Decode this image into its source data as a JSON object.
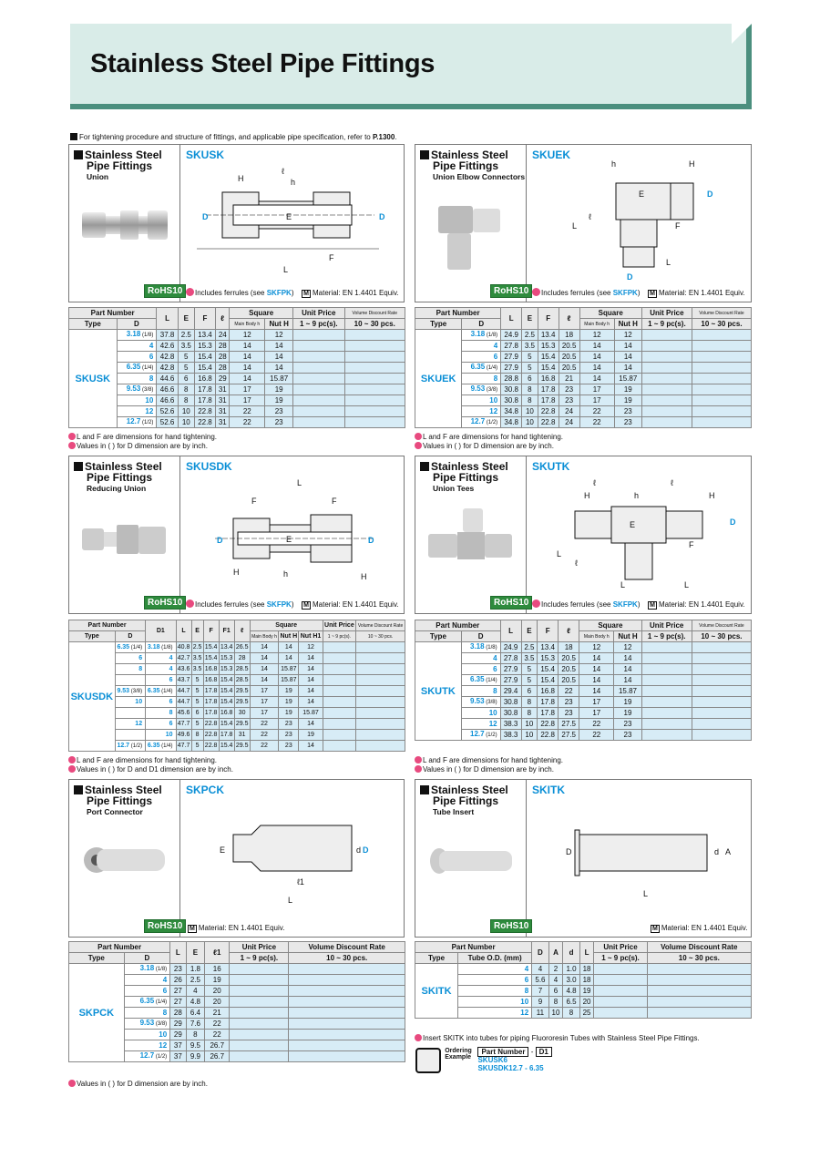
{
  "page_title": "Stainless Steel Pipe Fittings",
  "top_note": "For tightening procedure and structure of fittings, and applicable pipe specification, refer to ",
  "top_note_ref": "P.1300",
  "rohs": "RoHS10",
  "material": "Material: EN 1.4401 Equiv.",
  "ferrule_text": "Includes ferrules (see ",
  "panels": {
    "skusk": {
      "title1": "Stainless Steel",
      "title2": "Pipe Fittings",
      "sub": "Union",
      "code": "SKUSK",
      "ferrule": "SKFPK"
    },
    "skuek": {
      "title1": "Stainless Steel",
      "title2": "Pipe Fittings",
      "sub": "Union Elbow Connectors",
      "code": "SKUEK",
      "ferrule": "SKFPK"
    },
    "skusdk": {
      "title1": "Stainless Steel",
      "title2": "Pipe Fittings",
      "sub": "Reducing Union",
      "code": "SKUSDK",
      "ferrule": "SKFPK"
    },
    "skutk": {
      "title1": "Stainless Steel",
      "title2": "Pipe Fittings",
      "sub": "Union Tees",
      "code": "SKUTK",
      "ferrule": "SKFPK"
    },
    "skpck": {
      "title1": "Stainless Steel",
      "title2": "Pipe Fittings",
      "sub": "Port Connector",
      "code": "SKPCK"
    },
    "skitk": {
      "title1": "Stainless Steel",
      "title2": "Pipe Fittings",
      "sub": "Tube Insert",
      "code": "SKITK"
    }
  },
  "headers": {
    "part_number": "Part Number",
    "type": "Type",
    "D": "D",
    "D1": "D1",
    "L": "L",
    "E": "E",
    "F": "F",
    "F1": "F1",
    "l": "ℓ",
    "l1": "ℓ1",
    "square": "Square",
    "main_body_h": "Main Body h",
    "nut_h": "Nut H",
    "nut_h1": "Nut H1",
    "unit_price": "Unit Price",
    "vol_discount": "Volume Discount Rate",
    "qty1": "1 ~ 9 pc(s).",
    "qty2": "10 ~ 30 pcs.",
    "tube_od": "Tube O.D. (mm)",
    "A": "A",
    "d": "d"
  },
  "tables": {
    "skusk": {
      "type": "SKUSK",
      "rows": [
        [
          "3.18",
          "(1/8)",
          "37.8",
          "2.5",
          "13.4",
          "24",
          "12",
          "12"
        ],
        [
          "4",
          "",
          "42.6",
          "3.5",
          "15.3",
          "28",
          "14",
          "14"
        ],
        [
          "6",
          "",
          "42.8",
          "5",
          "15.4",
          "28",
          "14",
          "14"
        ],
        [
          "6.35",
          "(1/4)",
          "42.8",
          "5",
          "15.4",
          "28",
          "14",
          "14"
        ],
        [
          "8",
          "",
          "44.6",
          "6",
          "16.8",
          "29",
          "14",
          "15.87"
        ],
        [
          "9.53",
          "(3/8)",
          "46.6",
          "8",
          "17.8",
          "31",
          "17",
          "19"
        ],
        [
          "10",
          "",
          "46.6",
          "8",
          "17.8",
          "31",
          "17",
          "19"
        ],
        [
          "12",
          "",
          "52.6",
          "10",
          "22.8",
          "31",
          "22",
          "23"
        ],
        [
          "12.7",
          "(1/2)",
          "52.6",
          "10",
          "22.8",
          "31",
          "22",
          "23"
        ]
      ]
    },
    "skuek": {
      "type": "SKUEK",
      "rows": [
        [
          "3.18",
          "(1/8)",
          "24.9",
          "2.5",
          "13.4",
          "18",
          "12",
          "12"
        ],
        [
          "4",
          "",
          "27.8",
          "3.5",
          "15.3",
          "20.5",
          "14",
          "14"
        ],
        [
          "6",
          "",
          "27.9",
          "5",
          "15.4",
          "20.5",
          "14",
          "14"
        ],
        [
          "6.35",
          "(1/4)",
          "27.9",
          "5",
          "15.4",
          "20.5",
          "14",
          "14"
        ],
        [
          "8",
          "",
          "28.8",
          "6",
          "16.8",
          "21",
          "14",
          "15.87"
        ],
        [
          "9.53",
          "(3/8)",
          "30.8",
          "8",
          "17.8",
          "23",
          "17",
          "19"
        ],
        [
          "10",
          "",
          "30.8",
          "8",
          "17.8",
          "23",
          "17",
          "19"
        ],
        [
          "12",
          "",
          "34.8",
          "10",
          "22.8",
          "24",
          "22",
          "23"
        ],
        [
          "12.7",
          "(1/2)",
          "34.8",
          "10",
          "22.8",
          "24",
          "22",
          "23"
        ]
      ]
    },
    "skusdk": {
      "type": "SKUSDK",
      "rows": [
        [
          "6.35",
          "(1/4)",
          "3.18",
          "(1/8)",
          "40.8",
          "2.5",
          "15.4",
          "13.4",
          "26.5",
          "14",
          "14",
          "12"
        ],
        [
          "6",
          "",
          "4",
          "",
          "42.7",
          "3.5",
          "15.4",
          "15.3",
          "28",
          "14",
          "14",
          "14"
        ],
        [
          "8",
          "",
          "4",
          "",
          "43.6",
          "3.5",
          "16.8",
          "15.3",
          "28.5",
          "14",
          "15.87",
          "14"
        ],
        [
          "",
          "",
          "6",
          "",
          "43.7",
          "5",
          "16.8",
          "15.4",
          "28.5",
          "14",
          "15.87",
          "14"
        ],
        [
          "9.53",
          "(3/8)",
          "6.35",
          "(1/4)",
          "44.7",
          "5",
          "17.8",
          "15.4",
          "29.5",
          "17",
          "19",
          "14"
        ],
        [
          "10",
          "",
          "6",
          "",
          "44.7",
          "5",
          "17.8",
          "15.4",
          "29.5",
          "17",
          "19",
          "14"
        ],
        [
          "",
          "",
          "8",
          "",
          "45.6",
          "6",
          "17.8",
          "16.8",
          "30",
          "17",
          "19",
          "15.87"
        ],
        [
          "12",
          "",
          "6",
          "",
          "47.7",
          "5",
          "22.8",
          "15.4",
          "29.5",
          "22",
          "23",
          "14"
        ],
        [
          "",
          "",
          "10",
          "",
          "49.6",
          "8",
          "22.8",
          "17.8",
          "31",
          "22",
          "23",
          "19"
        ],
        [
          "12.7",
          "(1/2)",
          "6.35",
          "(1/4)",
          "47.7",
          "5",
          "22.8",
          "15.4",
          "29.5",
          "22",
          "23",
          "14"
        ]
      ]
    },
    "skutk": {
      "type": "SKUTK",
      "rows": [
        [
          "3.18",
          "(1/8)",
          "24.9",
          "2.5",
          "13.4",
          "18",
          "12",
          "12"
        ],
        [
          "4",
          "",
          "27.8",
          "3.5",
          "15.3",
          "20.5",
          "14",
          "14"
        ],
        [
          "6",
          "",
          "27.9",
          "5",
          "15.4",
          "20.5",
          "14",
          "14"
        ],
        [
          "6.35",
          "(1/4)",
          "27.9",
          "5",
          "15.4",
          "20.5",
          "14",
          "14"
        ],
        [
          "8",
          "",
          "29.4",
          "6",
          "16.8",
          "22",
          "14",
          "15.87"
        ],
        [
          "9.53",
          "(3/8)",
          "30.8",
          "8",
          "17.8",
          "23",
          "17",
          "19"
        ],
        [
          "10",
          "",
          "30.8",
          "8",
          "17.8",
          "23",
          "17",
          "19"
        ],
        [
          "12",
          "",
          "38.3",
          "10",
          "22.8",
          "27.5",
          "22",
          "23"
        ],
        [
          "12.7",
          "(1/2)",
          "38.3",
          "10",
          "22.8",
          "27.5",
          "22",
          "23"
        ]
      ]
    },
    "skpck": {
      "type": "SKPCK",
      "rows": [
        [
          "3.18",
          "(1/8)",
          "23",
          "1.8",
          "16"
        ],
        [
          "4",
          "",
          "26",
          "2.5",
          "19"
        ],
        [
          "6",
          "",
          "27",
          "4",
          "20"
        ],
        [
          "6.35",
          "(1/4)",
          "27",
          "4.8",
          "20"
        ],
        [
          "8",
          "",
          "28",
          "6.4",
          "21"
        ],
        [
          "9.53",
          "(3/8)",
          "29",
          "7.6",
          "22"
        ],
        [
          "10",
          "",
          "29",
          "8",
          "22"
        ],
        [
          "12",
          "",
          "37",
          "9.5",
          "26.7"
        ],
        [
          "12.7",
          "(1/2)",
          "37",
          "9.9",
          "26.7"
        ]
      ]
    },
    "skitk": {
      "type": "SKITK",
      "rows": [
        [
          "4",
          "4",
          "2",
          "1.0",
          "18"
        ],
        [
          "6",
          "5.6",
          "4",
          "3.0",
          "18"
        ],
        [
          "8",
          "7",
          "6",
          "4.8",
          "19"
        ],
        [
          "10",
          "9",
          "8",
          "6.5",
          "20"
        ],
        [
          "12",
          "11",
          "10",
          "8",
          "25"
        ]
      ]
    }
  },
  "notes": {
    "lf": "L and F are dimensions for hand tightening.",
    "inch_d": "Values in ( ) for D dimension are by inch.",
    "inch_dd1": "Values in ( ) for D and D1 dimension are by inch.",
    "skitk_insert": "Insert SKITK into tubes for piping Fluororesin Tubes with Stainless Steel Pipe Fittings."
  },
  "ordering": {
    "label": "Ordering Example",
    "part_number": "Part Number",
    "dash": "-",
    "d1": "D1",
    "ex1": "SKUSK6",
    "ex2": "SKUSDK12.7",
    "ex2_dash": "-",
    "ex2_val": "6.35"
  }
}
